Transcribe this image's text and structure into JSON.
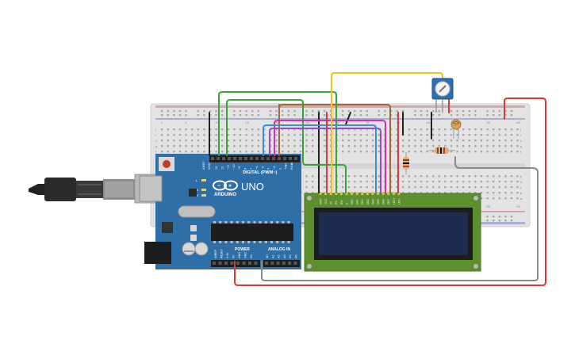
{
  "arduino": {
    "brand": "ARDUINO",
    "model": "UNO",
    "digital_label": "DIGITAL (PWM~)",
    "power_label": "POWER",
    "analog_label": "ANALOG IN",
    "led_l": "L",
    "led_tx": "TX",
    "led_rx": "RX",
    "aref": "AREF",
    "gnd": "GND",
    "digital_pins": [
      "13",
      "12",
      "~11",
      "~10",
      "~9",
      "8",
      "7",
      "~6",
      "~5",
      "4",
      "~3",
      "2",
      "TX▸1",
      "RX◂0"
    ],
    "power_pins": [
      "IOREF",
      "RESET",
      "3.3V",
      "5V",
      "GND",
      "GND",
      "Vin"
    ],
    "analog_pins": [
      "A0",
      "A1",
      "A2",
      "A3",
      "A4",
      "A5"
    ]
  },
  "breadboard": {
    "col_numbers": [
      "1",
      "5",
      "10",
      "15",
      "20",
      "25",
      "30",
      "35",
      "40",
      "45",
      "50",
      "55",
      "60"
    ],
    "row_letters": [
      "j",
      "i",
      "h",
      "g",
      "f",
      "e",
      "d",
      "c",
      "b",
      "a"
    ]
  },
  "lcd": {
    "pin_labels": [
      "GND",
      "VCC",
      "V0",
      "RS",
      "RW",
      "E",
      "DB0",
      "DB1",
      "DB2",
      "DB3",
      "DB4",
      "DB5",
      "DB6",
      "DB7",
      "LED+",
      "LED-"
    ]
  },
  "colors": {
    "board_blue": "#2e6fa7",
    "breadboard": "#e3e3e3",
    "lcd_green": "#5d8f2e",
    "lcd_screen": "#1f2c4f",
    "wire_red": "#d93a3a",
    "wire_yellow": "#f2c21a",
    "wire_green": "#37a33b",
    "wire_brown": "#9a6a3c",
    "wire_purple": "#a545c4",
    "wire_magenta": "#d62fb0",
    "wire_blue": "#3a8fd6",
    "wire_gray": "#8a8a8a",
    "wire_black": "#222222"
  }
}
